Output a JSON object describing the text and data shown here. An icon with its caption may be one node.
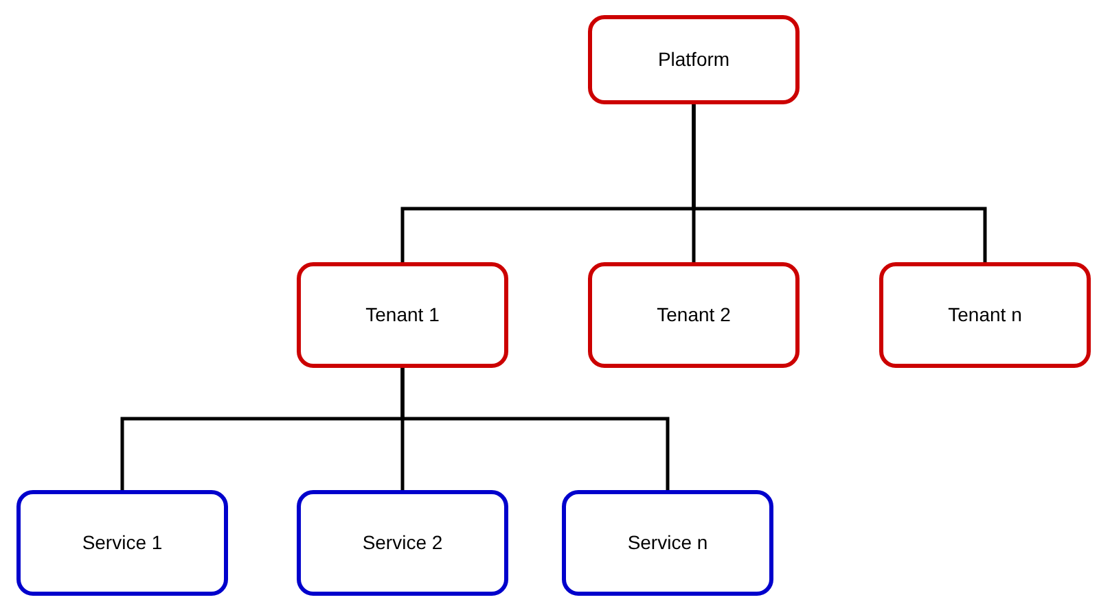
{
  "diagram": {
    "nodes": [
      {
        "text": [
          "Platform"
        ]
      },
      {
        "text": [
          "Tenant 1"
        ]
      },
      {
        "text": [
          "Tenant 2"
        ]
      },
      {
        "text": [
          "Tenant n"
        ]
      },
      {
        "text": [
          "Service 1"
        ]
      },
      {
        "text": [
          "Service 2"
        ]
      },
      {
        "text": [
          "Service n"
        ]
      }
    ],
    "edges": [
      {
        "from": 0,
        "to": 1,
        "arrow": "none"
      },
      {
        "from": 0,
        "to": 2,
        "arrow": "none"
      },
      {
        "from": 0,
        "to": 3,
        "arrow": "none"
      },
      {
        "from": 1,
        "to": 4,
        "arrow": "none"
      },
      {
        "from": 1,
        "to": 5,
        "arrow": "none"
      },
      {
        "from": 1,
        "to": 6,
        "arrow": "none"
      }
    ]
  }
}
